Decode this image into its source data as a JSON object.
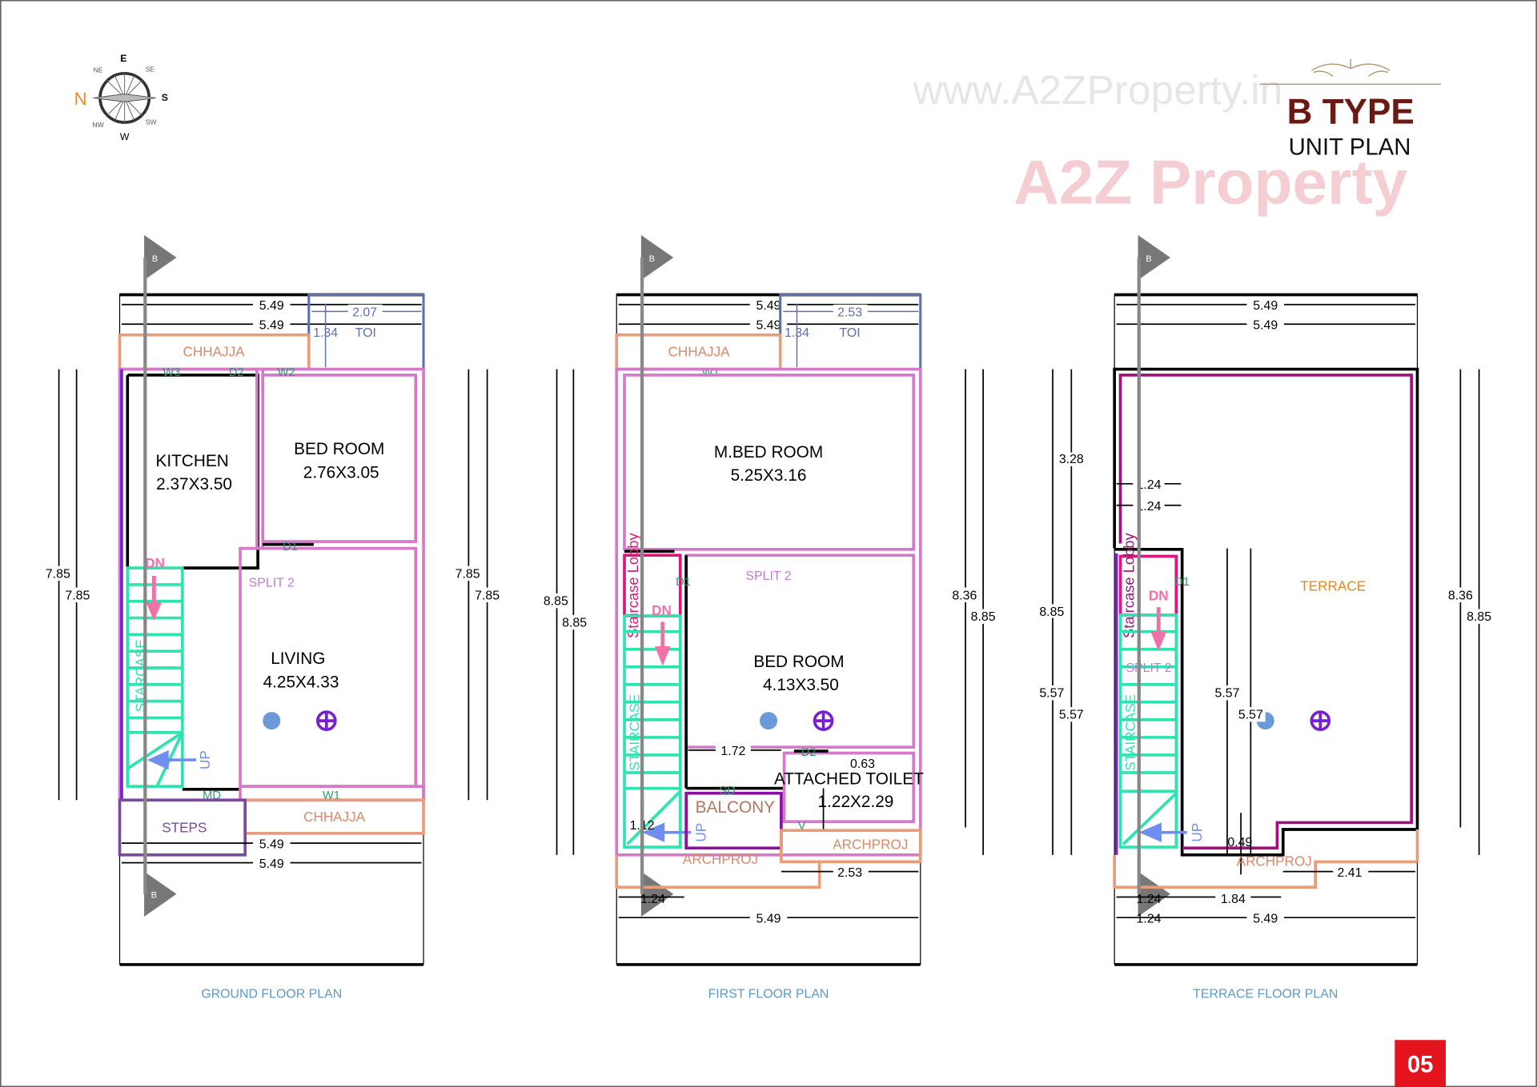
{
  "header": {
    "watermark_url": "www.A2ZProperty.in",
    "brand_watermark": "A2Z Property",
    "title": "B TYPE",
    "subtitle": "UNIT PLAN"
  },
  "compass": {
    "n": "N",
    "s": "S",
    "e": "E",
    "w": "W",
    "ne": "NE",
    "se": "SE",
    "nw": "NW",
    "sw": "SW"
  },
  "section_marker": "B",
  "colors": {
    "wall": "#000000",
    "room_outline": "#d57ac8",
    "staircase": "#2fe3b0",
    "chhajja": "#e89c7a",
    "toilet_box": "#5c6fae",
    "page_badge": "#e3141c"
  },
  "ground": {
    "caption": "GROUND FLOOR PLAN",
    "dims": [
      "5.49",
      "5.49",
      "2.07",
      "1.34",
      "7.85",
      "7.85",
      "7.85",
      "7.85",
      "5.49",
      "5.49"
    ],
    "labels": {
      "toi": "TOI",
      "chhajja_top": "CHHAJJA",
      "kitchen": "KITCHEN",
      "kitchen_size": "2.37X3.50",
      "bed": "BED ROOM",
      "bed_size": "2.76X3.05",
      "split": "SPLIT 2",
      "living": "LIVING",
      "living_size": "4.25X4.33",
      "dn": "DN",
      "stair": "STARCASE",
      "up": "UP",
      "md": "MD",
      "w1": "W1",
      "w2": "W2",
      "w3": "W3",
      "d1": "D1",
      "d2": "D2",
      "chhajja_bottom": "CHHAJJA",
      "steps": "STEPS"
    }
  },
  "first": {
    "caption": "FIRST FLOOR PLAN",
    "dims": [
      "5.49",
      "5.49",
      "2.53",
      "1.34",
      "8.85",
      "8.85",
      "8.36",
      "8.85",
      "1.72",
      "0.63",
      "1.12",
      "2.53",
      "1.24",
      "5.49"
    ],
    "labels": {
      "toi": "TOI",
      "chhajja": "CHHAJJA",
      "w1": "W1",
      "mbed": "M.BED ROOM",
      "mbed_size": "5.25X3.16",
      "split": "SPLIT 2",
      "lobby": "Staircase Lobby",
      "d1": "D1",
      "dn": "DN",
      "bed": "BED ROOM",
      "bed_size": "4.13X3.50",
      "stair": "STAIRCASE",
      "d2": "D2",
      "toilet": "ATTACHED TOILET",
      "toilet_size": "1.22X2.29",
      "sd": "SD",
      "balcony": "BALCONY",
      "up": "UP",
      "v": "V",
      "archproj_right": "ARCHPROJ",
      "archproj_left": "ARCHPROJ"
    }
  },
  "terrace": {
    "caption": "TERRACE FLOOR PLAN",
    "dims": [
      "5.49",
      "5.49",
      "3.28",
      "8.85",
      "5.57",
      "1.24",
      "1.24",
      "5.57",
      "5.57",
      "8.36",
      "8.85",
      "0.49",
      "2.41",
      "1.24",
      "1.84",
      "1.24",
      "5.49"
    ],
    "labels": {
      "lobby": "Staircase Lobby",
      "dn": "DN",
      "d1": "D1",
      "terrace": "TERRACE",
      "split": "SPLIT 2",
      "stair": "STAIRCASE",
      "up": "UP",
      "archproj": "ARCHPROJ"
    }
  },
  "page_number": "05"
}
